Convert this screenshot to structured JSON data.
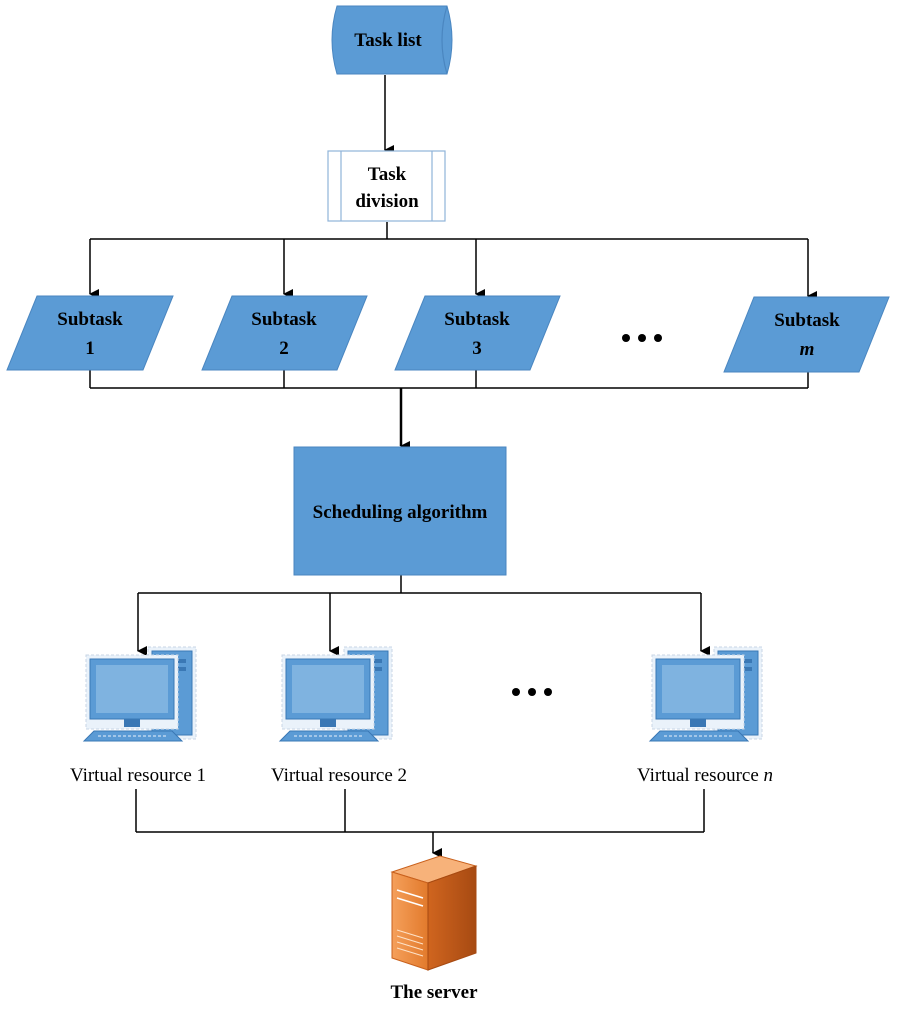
{
  "nodes": {
    "task_list": "Task list",
    "task_division_line1": "Task",
    "task_division_line2": "division",
    "subtasks": [
      {
        "line1": "Subtask",
        "line2": "1"
      },
      {
        "line1": "Subtask",
        "line2": "2"
      },
      {
        "line1": "Subtask",
        "line2": "3"
      },
      {
        "line1": "Subtask",
        "line2": "m"
      }
    ],
    "scheduling": "Scheduling algorithm",
    "resources": [
      {
        "prefix": "Virtual resource 1",
        "suffix": ""
      },
      {
        "prefix": "Virtual resource 2",
        "suffix": ""
      },
      {
        "prefix": "Virtual resource ",
        "suffix": "n"
      }
    ],
    "server": "The server"
  },
  "colors": {
    "shape_fill": "#5b9bd5",
    "shape_stroke": "#4a86c0",
    "division_stroke": "#8fb3d9",
    "server_orange": "#e3752a",
    "line": "#000000"
  }
}
